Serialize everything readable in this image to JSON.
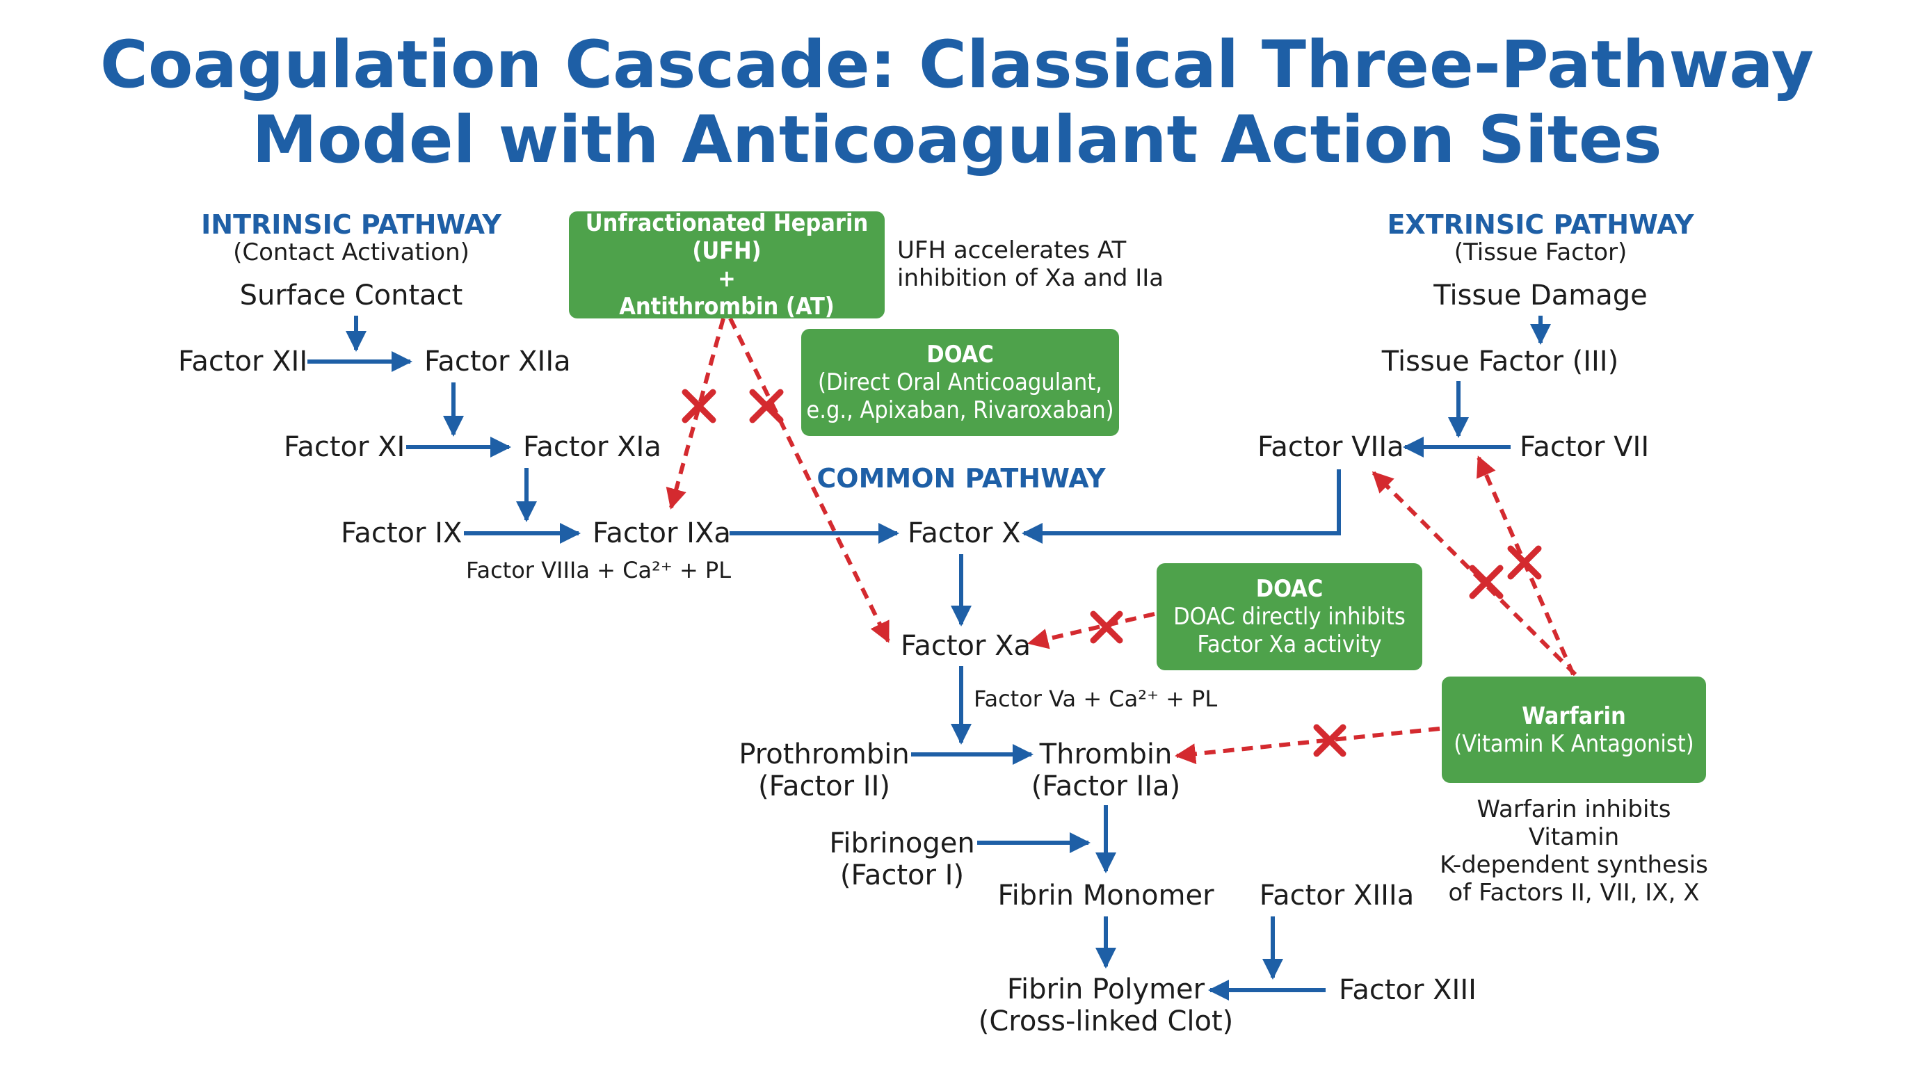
{
  "title": {
    "line1": "Coagulation Cascade: Classical Three-Pathway",
    "line2": "Model with Anticoagulant Action Sites"
  },
  "intrinsic": {
    "heading": "INTRINSIC PATHWAY",
    "subheading": "(Contact Activation)",
    "trigger": "Surface Contact",
    "nodes": [
      "Factor XII",
      "Factor XIIa",
      "Factor XI",
      "Factor XIa",
      "Factor IX",
      "Factor IXa"
    ],
    "cofactor": "Factor VIIIa + Ca²⁺ + PL"
  },
  "extrinsic": {
    "heading": "EXTRINSIC PATHWAY",
    "subheading": "(Tissue Factor)",
    "trigger": "Tissue Damage",
    "tissue_factor": "Tissue Factor (III)",
    "factor_viia": "Factor VIIa",
    "factor_vii": "Factor VII"
  },
  "common": {
    "heading": "COMMON PATHWAY",
    "factor_x": "Factor X",
    "factor_xa": "Factor Xa",
    "cofactor": "Factor Va + Ca²⁺ + PL",
    "prothrombin": "Prothrombin",
    "prothrombin_sub": "(Factor II)",
    "thrombin": "Thrombin",
    "thrombin_sub": "(Factor IIa)",
    "fibrinogen": "Fibrinogen",
    "fibrinogen_sub": "(Factor I)",
    "fibrin_monomer": "Fibrin Monomer",
    "factor_xiiia": "Factor XIIIa",
    "fibrin_polymer": "Fibrin Polymer",
    "fibrin_polymer_sub": "(Cross-linked Clot)",
    "factor_xiii": "Factor XIII"
  },
  "drugs": {
    "ufh": {
      "line1": "Unfractionated Heparin (UFH)",
      "plus": "+",
      "line2": "Antithrombin (AT)"
    },
    "ufh_note": [
      "UFH accelerates AT",
      "inhibition of Xa and IIa"
    ],
    "doac_top": {
      "name": "DOAC",
      "line1": "(Direct Oral Anticoagulant,",
      "line2": "e.g., Apixaban, Rivaroxaban)"
    },
    "doac_mid": {
      "name": "DOAC",
      "line1": "DOAC directly inhibits",
      "line2": "Factor Xa activity"
    },
    "warfarin": {
      "name": "Warfarin",
      "line1": "(Vitamin K Antagonist)"
    },
    "warfarin_note": [
      "Warfarin inhibits Vitamin",
      "K-dependent synthesis",
      "of Factors II, VII, IX, X"
    ]
  },
  "colors": {
    "title": "#1e5fa6",
    "pathway_arrow": "#1e5fa6",
    "inhibition": "#d42a2f",
    "drug_box": "#4ea24b"
  }
}
